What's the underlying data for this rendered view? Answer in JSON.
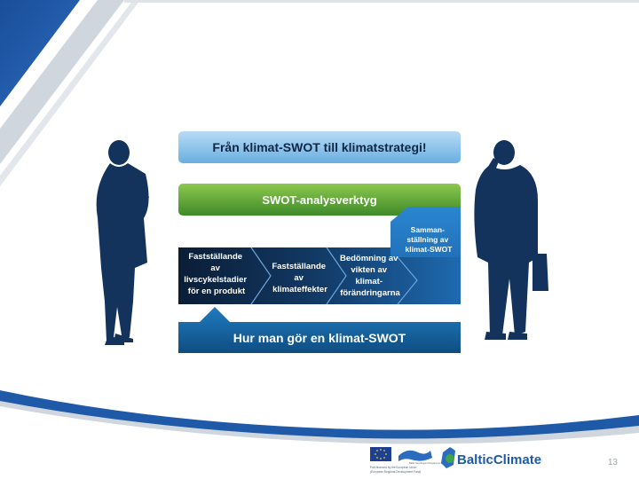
{
  "slide": {
    "page_number": "13"
  },
  "diagram": {
    "top_banner": "Från klimat-SWOT till klimatstrategi!",
    "green_banner": "SWOT-analysverktyg",
    "bottom_banner": "Hur man gör en klimat-SWOT",
    "steps": [
      {
        "lines": [
          "Fastställande",
          "av",
          "livscykelstadier",
          "för en produkt"
        ]
      },
      {
        "lines": [
          "Fastställande",
          "av",
          "klimateffekter"
        ]
      },
      {
        "lines": [
          "Bedömning av",
          "vikten av",
          "klimat-",
          "förändringarna"
        ]
      },
      {
        "lines": [
          "Samman-",
          "ställning av",
          "klimat-SWOT"
        ]
      }
    ]
  },
  "footer": {
    "logo_text": "BalticClimate",
    "eu_caption_line1": "Part-financed by the European Union",
    "eu_caption_line2": "(European Regional Development Fund)",
    "baltic_sea_region_label": "Baltic Sea Region Programme 2007-2013"
  },
  "colors": {
    "frame_blue": "#1e5aa8",
    "top_banner": "#8ec5ec",
    "green_banner": "#5aa838",
    "dark_navy": "#0f2747",
    "bottom_banner": "#17689f",
    "silhouette": "#14335c"
  }
}
